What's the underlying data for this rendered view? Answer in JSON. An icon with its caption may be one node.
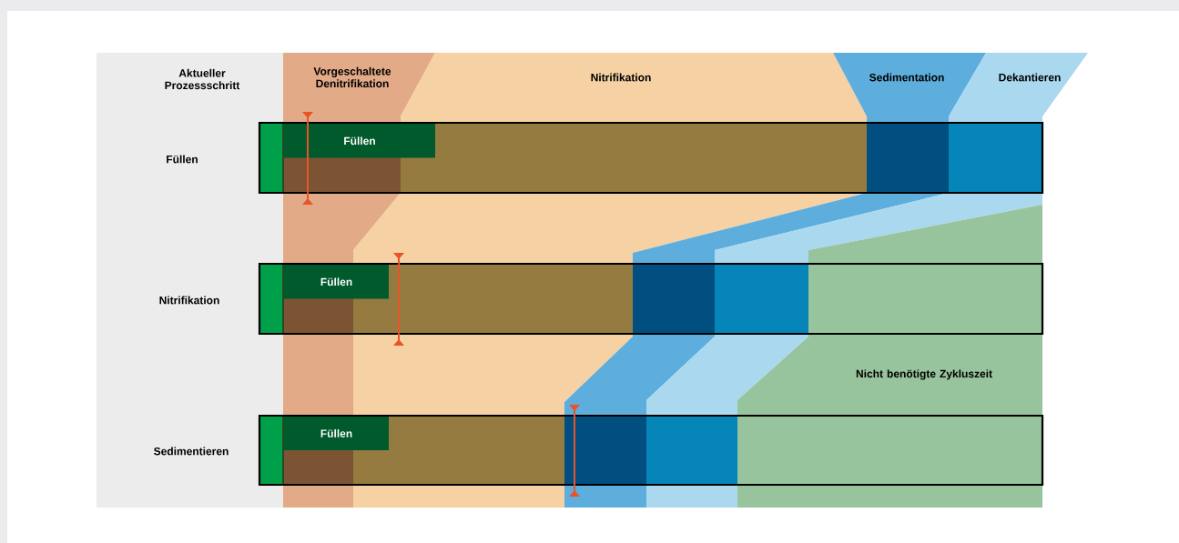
{
  "diagram": {
    "nodes": [
      {
        "text": [
          "Vorgeschaltete Denitrifikation"
        ]
      },
      {
        "text": [
          "Nitrifikation"
        ]
      },
      {
        "text": [
          "Sedimentation"
        ]
      },
      {
        "text": [
          "Dekantieren"
        ]
      },
      {
        "text": [
          "Nicht benötigte Zykluszeit"
        ]
      },
      {
        "text": [],
        "shape": "bar"
      },
      {
        "text": [
          "Füllen"
        ]
      },
      {
        "text": [],
        "shape": "bar"
      },
      {
        "text": [
          "Füllen"
        ]
      },
      {
        "text": [],
        "shape": "bar"
      },
      {
        "text": [
          "Füllen"
        ]
      }
    ],
    "edges": [],
    "labels": [
      "Aktueller Prozessschritt",
      "Füllen",
      "Nitrifikation",
      "Sedimentieren"
    ]
  }
}
